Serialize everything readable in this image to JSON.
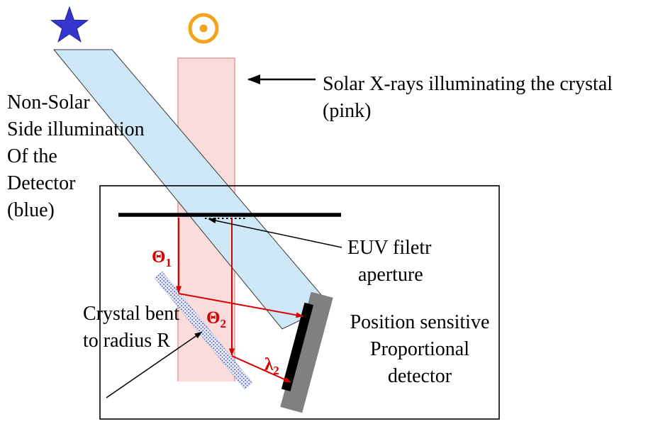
{
  "diagram": {
    "labels": {
      "non_solar": {
        "lines": [
          "Non-Solar",
          "Side illumination",
          "Of the",
          "Detector",
          "(blue)"
        ]
      },
      "solar_xrays": {
        "lines": [
          "Solar X-rays illuminating the crystal",
          "(pink)"
        ]
      },
      "euv_filter": {
        "lines": [
          "EUV filetr",
          "aperture"
        ]
      },
      "crystal": {
        "lines": [
          "Crystal bent",
          "to radius R"
        ]
      },
      "detector": {
        "lines": [
          "Position sensitive",
          "Proportional",
          "detector"
        ]
      }
    },
    "ray_labels": {
      "theta1": {
        "symbol": "Θ",
        "sub": "1"
      },
      "theta2": {
        "symbol": "Θ",
        "sub": "2"
      },
      "lambda2": {
        "symbol": "λ",
        "sub": "2"
      }
    },
    "icons": {
      "star": "★",
      "sun": "☉"
    },
    "colors": {
      "beam_blue": "#cfe8f8",
      "beam_pink": "#fadcdc",
      "beam_pink_edge": "#e49c9c",
      "ray_red": "#d40000",
      "star_blue": "#3434cf",
      "sun_orange": "#f5a31c",
      "detector_gray": "#808080",
      "detector_face": "#000000",
      "crystal_blue": "#4456b4"
    }
  }
}
